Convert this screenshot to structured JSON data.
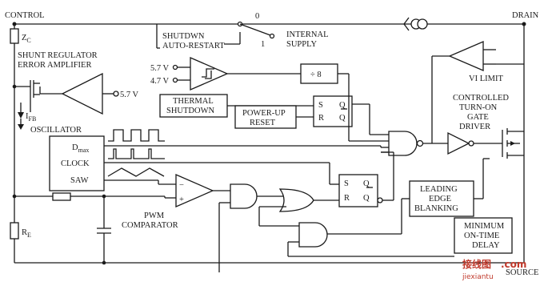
{
  "pins": {
    "control": "CONTROL",
    "drain": "DRAIN",
    "source": "SOURCE",
    "zc": "Z",
    "zc_sub": "C",
    "re": "R",
    "re_sub": "E",
    "ifb": "I",
    "ifb_sub": "FB"
  },
  "blocks": {
    "shunt_line1": "SHUNT REGULATOR",
    "shunt_line2": "ERROR AMPLIFIER",
    "shunt_ref": "5.7 V",
    "shutdown_line1": "SHUTDWN",
    "shutdown_line2": "AUTO-RESTART",
    "switch_0": "0",
    "switch_1": "1",
    "internal_line1": "INTERNAL",
    "internal_line2": "SUPPLY",
    "hyst_v1": "5.7 V",
    "hyst_v2": "4.7 V",
    "divider": "÷ 8",
    "ilimit": "VI LIMIT",
    "thermal_line1": "THERMAL",
    "thermal_line2": "SHUTDOWN",
    "powerup_line1": "POWER-UP",
    "powerup_line2": "RESET",
    "sr1_s": "S",
    "sr1_r": "R",
    "sr1_q": "Q",
    "sr1_qbar": "Q",
    "controlled_line1": "CONTROLLED",
    "controlled_line2": "TURN-ON",
    "controlled_line3": "GATE",
    "controlled_line4": "DRIVER",
    "oscillator": "OSCILLATOR",
    "dmax": "D",
    "dmax_sub": "max",
    "clock": "CLOCK",
    "saw": "SAW",
    "pwm_line1": "PWM",
    "pwm_line2": "COMPARATOR",
    "sr2_s": "S",
    "sr2_r": "R",
    "sr2_q": "Q",
    "sr2_qbar": "Q",
    "leb_line1": "LEADING",
    "leb_line2": "EDGE",
    "leb_line3": "BLANKING",
    "mot_line1": "MINIMUM",
    "mot_line2": "ON-TIME",
    "mot_line3": "DELAY"
  },
  "watermark": {
    "brand": "接线图",
    "site": "jiexiantu",
    "domain": ".com"
  }
}
